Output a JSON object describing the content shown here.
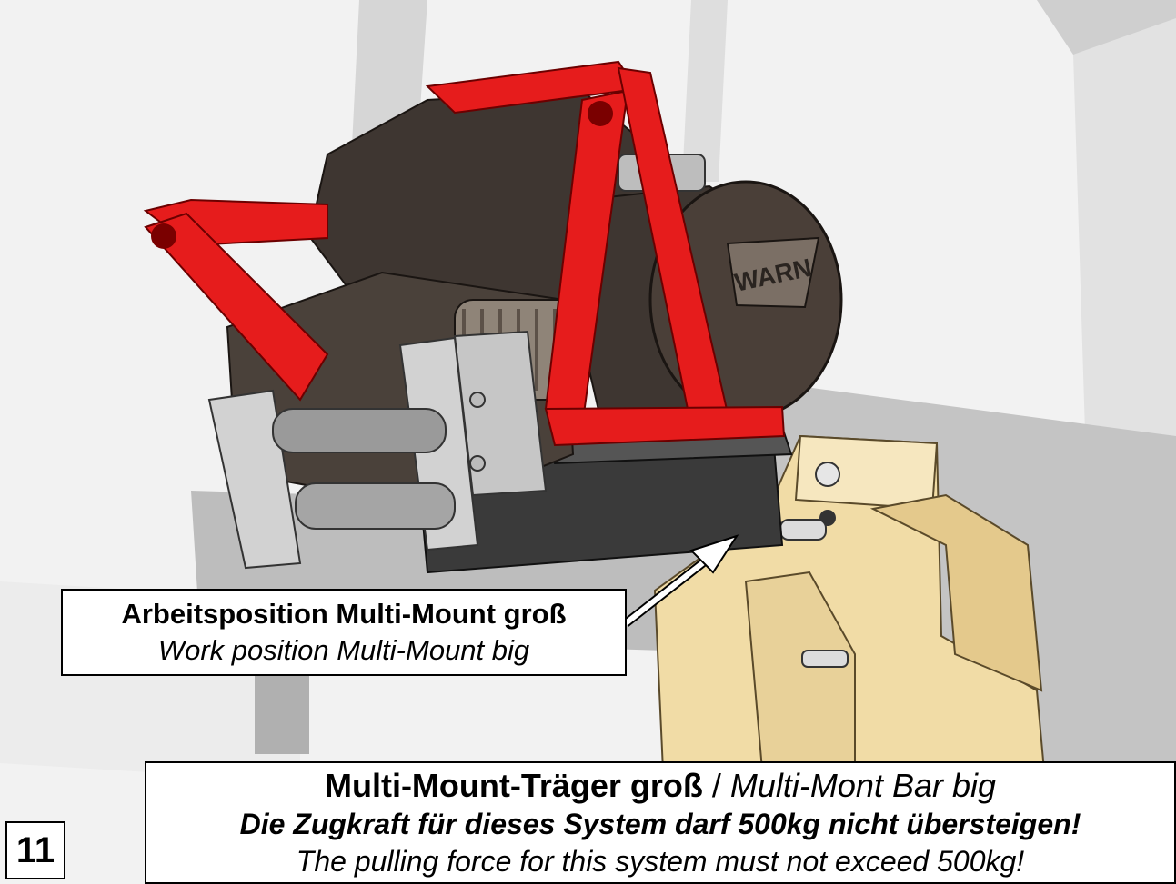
{
  "labels": {
    "work_position_de": "Arbeitsposition Multi-Mount groß",
    "work_position_en": "Work position Multi-Mount big"
  },
  "caption": {
    "title_de": "Multi-Mount-Träger groß",
    "separator": " / ",
    "title_en": "Multi-Mont Bar big",
    "warning_de": "Die Zugkraft für dieses System darf 500kg nicht übersteigen!",
    "warning_en": "The pulling force for this system must not exceed 500kg!"
  },
  "step_number": "11",
  "logo_text": "WARN",
  "colors": {
    "frame_red": "#e61c1c",
    "mount_tan": "#f1dca6",
    "winch_dark": "#3e3631",
    "roller_gray": "#c8c8c8"
  }
}
